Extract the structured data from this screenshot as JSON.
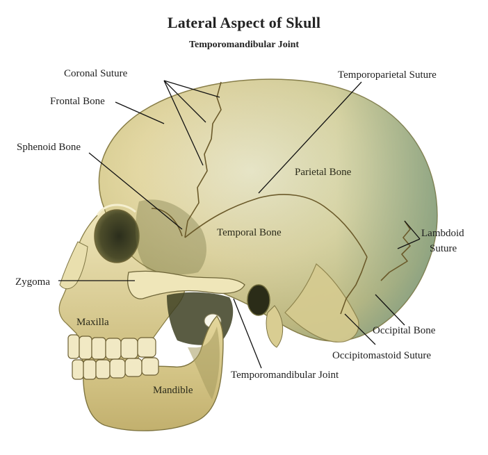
{
  "title": "Lateral Aspect of Skull",
  "subtitle": "Temporomandibular Joint",
  "labels": {
    "coronal_suture": "Coronal Suture",
    "frontal_bone": "Frontal Bone",
    "sphenoid_bone": "Sphenoid Bone",
    "zygoma": "Zygoma",
    "maxilla": "Maxilla",
    "mandible": "Mandible",
    "temporomandibular_joint": "Temporomandibular Joint",
    "temporoparietal_suture": "Temporoparietal Suture",
    "parietal_bone": "Parietal Bone",
    "temporal_bone": "Temporal Bone",
    "lambdoid_line1": "Lambdoid",
    "lambdoid_line2": "Suture",
    "occipital_bone": "Occipital Bone",
    "occipitomastoid_suture": "Occipitomastoid Suture"
  },
  "colors": {
    "bone_light": "#f2ecc6",
    "bone_mid": "#d9c98c",
    "bone_shadow": "#8c8a4e",
    "bone_blue_shade": "#8fa99a"
  }
}
